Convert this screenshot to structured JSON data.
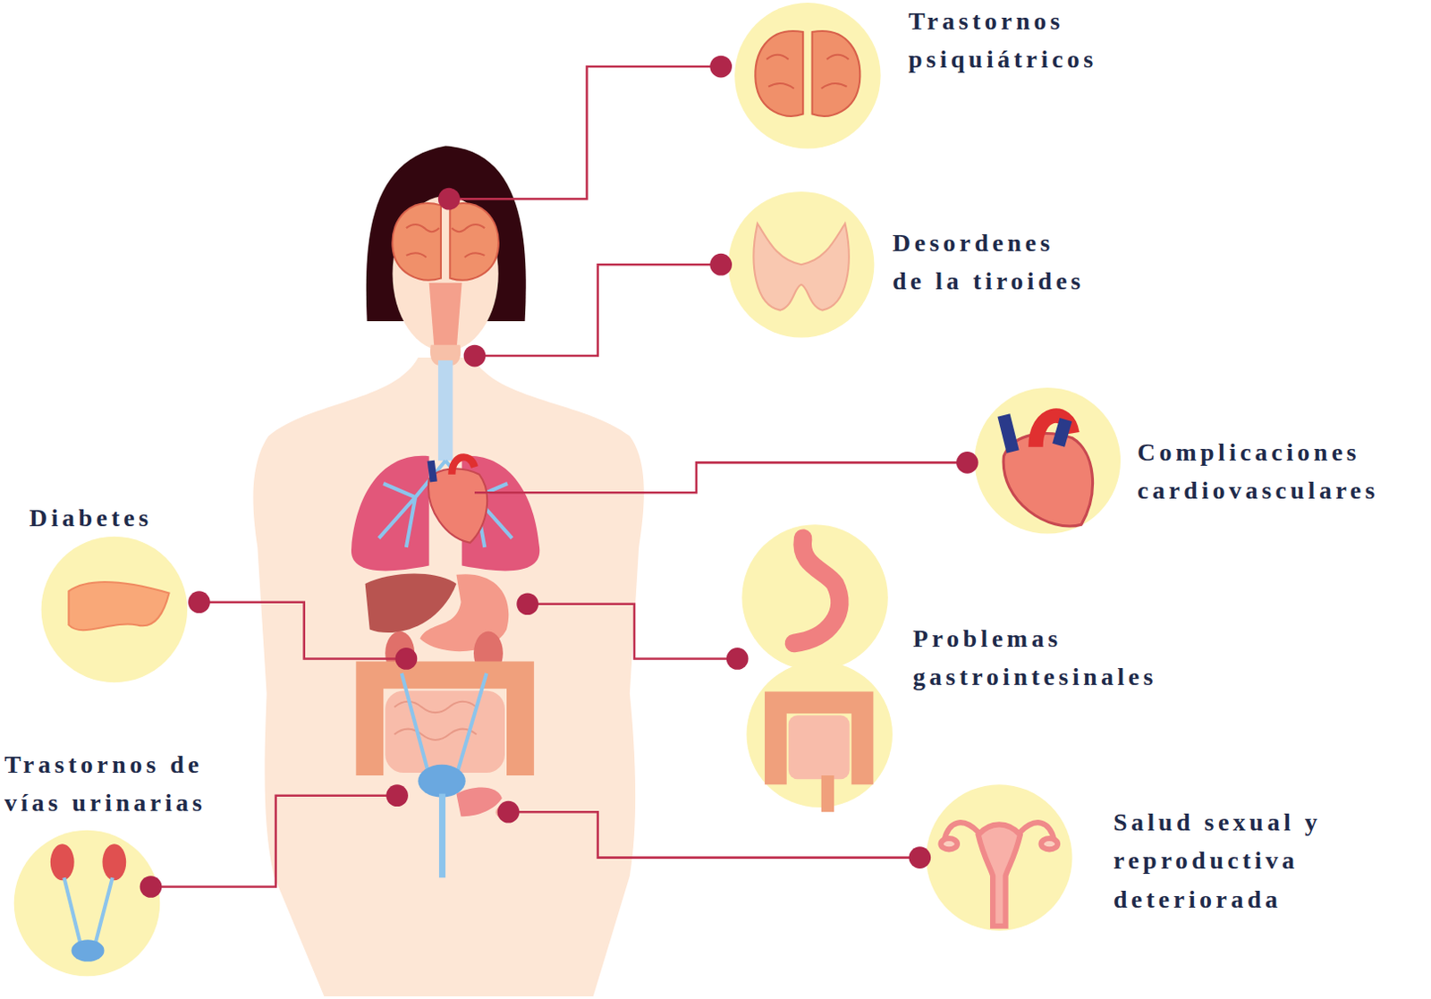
{
  "diagram": {
    "nodes": [
      {
        "text": [
          "Trastornos psiquiátricos"
        ]
      },
      {
        "text": [
          "Desordenes de la tiroides"
        ]
      },
      {
        "text": [
          "Complicaciones cardiovasculares"
        ]
      },
      {
        "text": [
          "Diabetes"
        ]
      },
      {
        "text": [
          "Problemas gastrointesinales"
        ]
      },
      {
        "text": [
          "Trastornos de vías urinarias"
        ]
      },
      {
        "text": [
          "Salud sexual y reproductiva deteriorada"
        ]
      }
    ]
  }
}
